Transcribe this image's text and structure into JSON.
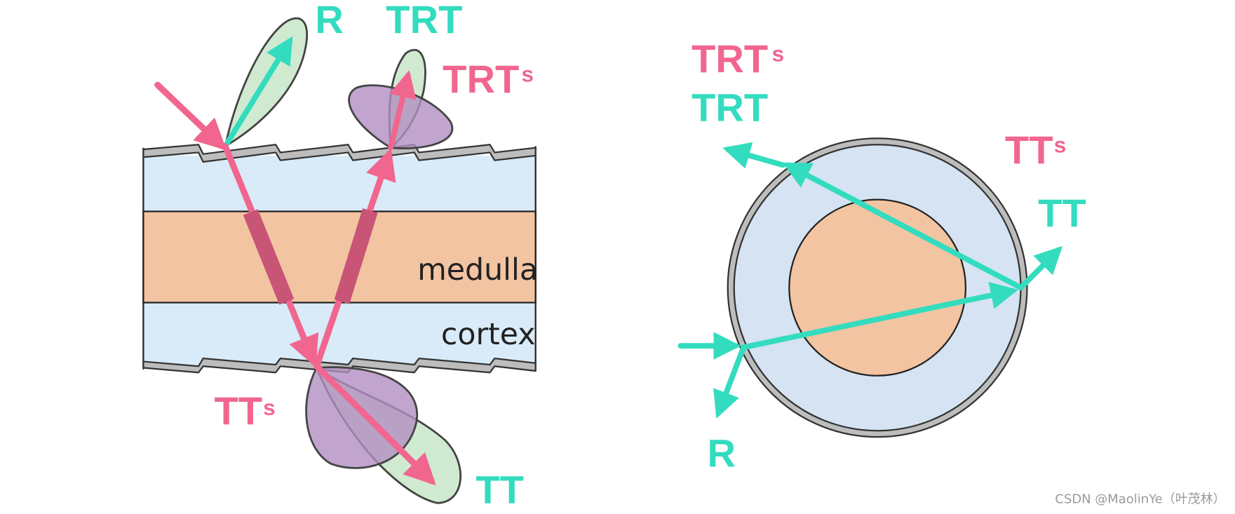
{
  "left_panel": {
    "layers": {
      "medulla": "medulla",
      "cortex": "cortex"
    },
    "labels": {
      "r": "R",
      "trt": "TRT",
      "trts_main": "TRT",
      "trts_sup": "s",
      "tts_main": "TT",
      "tts_sup": "s",
      "tt": "TT"
    }
  },
  "right_panel": {
    "labels": {
      "trts_main": "TRT",
      "trts_sup": "s",
      "trt": "TRT",
      "tts_main": "TT",
      "tts_sup": "s",
      "tt": "TT",
      "r": "R"
    }
  },
  "colors": {
    "teal": "#33dcbe",
    "pink": "#f1668f",
    "pink_dark": "#c85476",
    "cortex": "#d9ebf8",
    "cortex_circle": "#d5e3f2",
    "medulla": "#f3c4a2",
    "lobe_green": "#c8e6c9",
    "lobe_purple": "#b18ec2"
  },
  "watermark": "CSDN @MaolinYe（叶茂林）"
}
